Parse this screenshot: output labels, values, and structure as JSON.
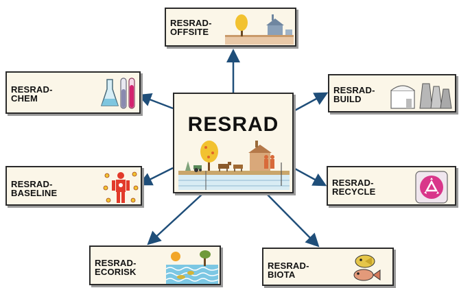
{
  "diagram": {
    "center": {
      "label": "RESRAD"
    },
    "nodes": [
      {
        "id": "offsite",
        "label": "RESRAD-\nOFFSITE"
      },
      {
        "id": "chem",
        "label": "RESRAD-\nCHEM"
      },
      {
        "id": "build",
        "label": "RESRAD-\nBUILD"
      },
      {
        "id": "baseline",
        "label": "RESRAD-\nBASELINE"
      },
      {
        "id": "recycle",
        "label": "RESRAD-\nRECYCLE"
      },
      {
        "id": "ecorisk",
        "label": "RESRAD-\nECORISK"
      },
      {
        "id": "biota",
        "label": "RESRAD-\nBIOTA"
      }
    ],
    "colors": {
      "arrow": "#1f4e79",
      "box_fill": "#fbf6e8",
      "border": "#2a2a2a"
    }
  }
}
